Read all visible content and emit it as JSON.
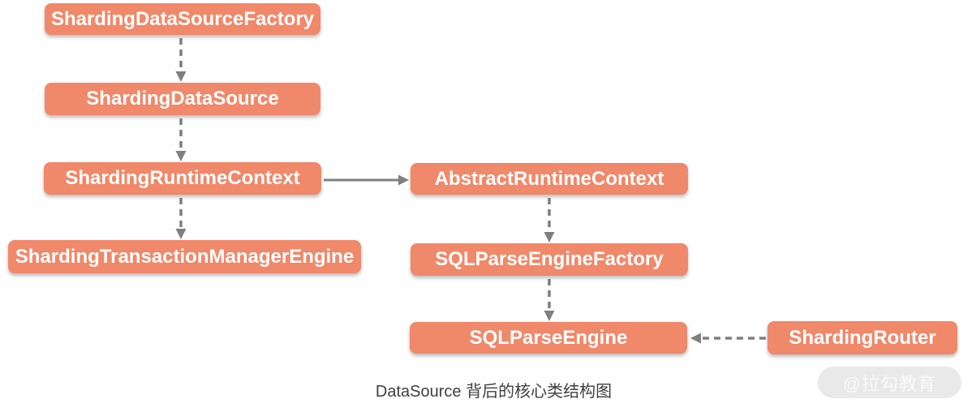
{
  "diagram": {
    "caption": "DataSource 背后的核心类结构图",
    "watermark": "@拉勾教育",
    "colors": {
      "node_fill": "#F0886A",
      "node_text": "#FFFFFF",
      "arrow": "#7F7F7F",
      "caption_text": "#3F3F3F",
      "watermark_bg": "#E9E9E9",
      "watermark_text": "#FAFAFA",
      "background": "#FFFFFF"
    },
    "nodes": [
      {
        "id": "sharding-data-source-factory",
        "label": "ShardingDataSourceFactory"
      },
      {
        "id": "sharding-data-source",
        "label": "ShardingDataSource"
      },
      {
        "id": "sharding-runtime-context",
        "label": "ShardingRuntimeContext"
      },
      {
        "id": "sharding-transaction-manager-engine",
        "label": "ShardingTransactionManagerEngine"
      },
      {
        "id": "abstract-runtime-context",
        "label": "AbstractRuntimeContext"
      },
      {
        "id": "sql-parse-engine-factory",
        "label": "SQLParseEngineFactory"
      },
      {
        "id": "sql-parse-engine",
        "label": "SQLParseEngine"
      },
      {
        "id": "sharding-router",
        "label": "ShardingRouter"
      }
    ],
    "edges": [
      {
        "from": "ShardingDataSourceFactory",
        "to": "ShardingDataSource",
        "style": "dashed",
        "direction": "down"
      },
      {
        "from": "ShardingDataSource",
        "to": "ShardingRuntimeContext",
        "style": "dashed",
        "direction": "down"
      },
      {
        "from": "ShardingRuntimeContext",
        "to": "ShardingTransactionManagerEngine",
        "style": "dashed",
        "direction": "down"
      },
      {
        "from": "ShardingRuntimeContext",
        "to": "AbstractRuntimeContext",
        "style": "solid",
        "direction": "right"
      },
      {
        "from": "AbstractRuntimeContext",
        "to": "SQLParseEngineFactory",
        "style": "dashed",
        "direction": "down"
      },
      {
        "from": "SQLParseEngineFactory",
        "to": "SQLParseEngine",
        "style": "dashed",
        "direction": "down"
      },
      {
        "from": "ShardingRouter",
        "to": "SQLParseEngine",
        "style": "dashed",
        "direction": "left"
      }
    ]
  }
}
